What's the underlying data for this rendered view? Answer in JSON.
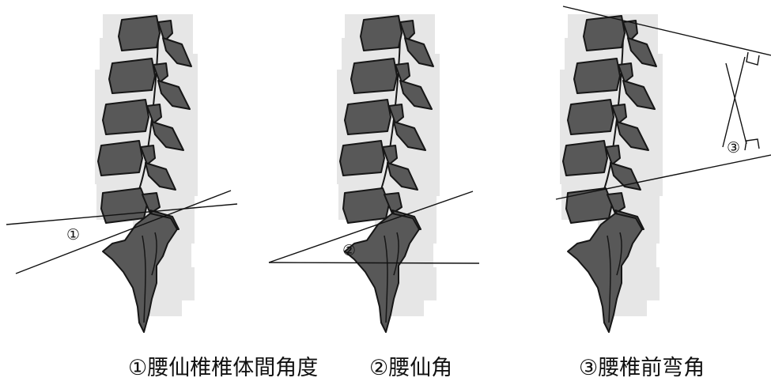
{
  "panels": [
    {
      "angle_marker": "①",
      "caption": "①腰仙椎椎体間角度"
    },
    {
      "angle_marker": "②",
      "caption": "②腰仙角"
    },
    {
      "angle_marker": "③",
      "caption": "③腰椎前弯角"
    }
  ],
  "colors": {
    "background_plate": "#e6e6e6",
    "bone": "#585858",
    "bone_edge": "#161616",
    "lines": "#111111"
  }
}
